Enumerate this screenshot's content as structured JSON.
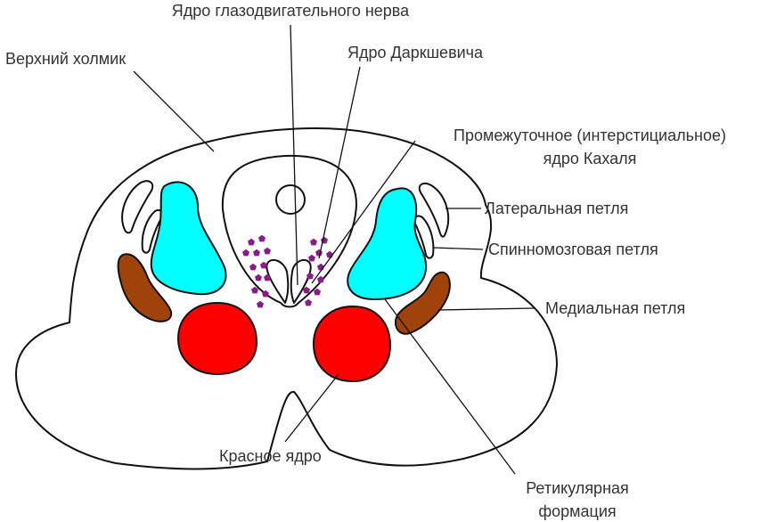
{
  "labels": {
    "oculomotor_nucleus": "Ядро глазодвигательного нерва",
    "superior_colliculus": "Верхний холмик",
    "darkschewitsch_nucleus": "Ядро Даркшевича",
    "cajal_line1": "Промежуточное (интерстициальное)",
    "cajal_line2": "ядро Кахаля",
    "lateral_lemniscus": "Латеральная петля",
    "spinal_lemniscus": "Спинномозговая петля",
    "medial_lemniscus": "Медиальная петля",
    "red_nucleus": "Красное ядро",
    "reticular_line1": "Ретикулярная",
    "reticular_line2": "формация"
  },
  "colors": {
    "outline": "#111111",
    "lateral_lemniscus_fill": "#00ffff",
    "medial_lemniscus_fill": "#a0430a",
    "red_nucleus_fill": "#ff0000",
    "nucleus_dots": "#8b1a8b",
    "label_text": "#333333"
  }
}
